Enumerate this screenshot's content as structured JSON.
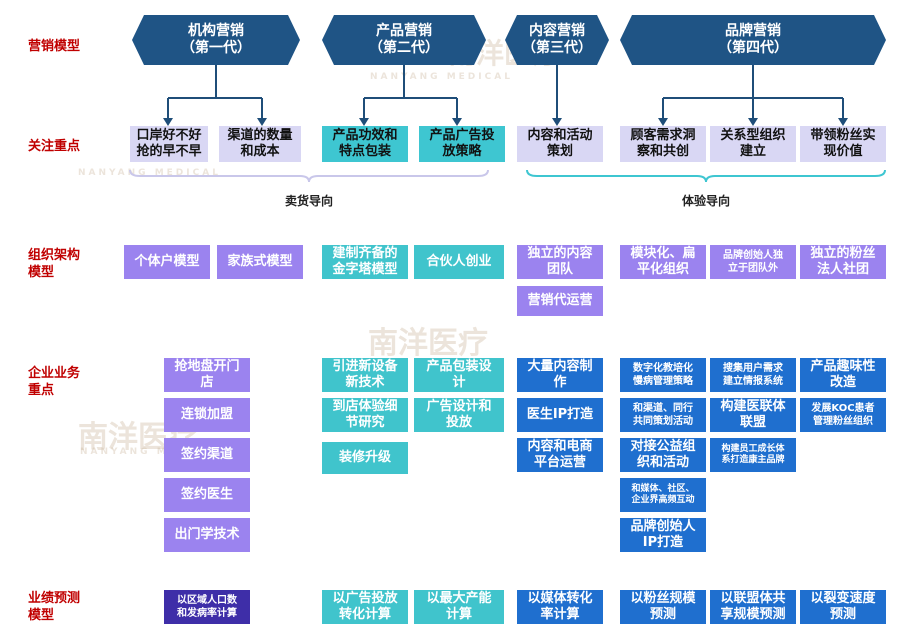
{
  "row_labels": {
    "model": "营销模型",
    "focus": "关注重点",
    "org": "组织架构\n模型",
    "business": "企业业务\n重点",
    "forecast": "业绩预测\n模型"
  },
  "generations": [
    {
      "name": "机构营销",
      "gen": "（第一代）"
    },
    {
      "name": "产品营销",
      "gen": "（第二代）"
    },
    {
      "name": "内容营销",
      "gen": "（第三代）"
    },
    {
      "name": "品牌营销",
      "gen": "（第四代）"
    }
  ],
  "focus": {
    "g1": [
      "口岸好不好\n抢的早不早",
      "渠道的数量\n和成本"
    ],
    "g2": [
      "产品功效和\n特点包装",
      "产品广告投\n放策略"
    ],
    "g3": [
      "内容和活动\n策划"
    ],
    "g4": [
      "顾客需求洞\n察和共创",
      "关系型组织\n建立",
      "带领粉丝实\n现价值"
    ]
  },
  "orientation": {
    "sales": "卖货导向",
    "experience": "体验导向"
  },
  "org": {
    "g1": [
      "个体户模型",
      "家族式模型"
    ],
    "g2": [
      "建制齐备的\n金字塔模型",
      "合伙人创业"
    ],
    "g3": [
      "独立的内容\n团队",
      "营销代运营"
    ],
    "g4": [
      "模块化、扁\n平化组织",
      "品牌创始人独\n立于团队外",
      "独立的粉丝\n法人社团"
    ]
  },
  "business": {
    "g1": [
      "抢地盘开门\n店",
      "连锁加盟",
      "签约渠道",
      "签约医生",
      "出门学技术"
    ],
    "g2_col1": [
      "引进新设备\n新技术",
      "到店体验细\n节研究",
      "装修升级"
    ],
    "g2_col2": [
      "产品包装设\n计",
      "广告设计和\n投放"
    ],
    "g3": [
      "大量内容制\n作",
      "医生IP打造",
      "内容和电商\n平台运营"
    ],
    "g4_col1": [
      "数字化教培化\n慢病管理策略",
      "和渠道、同行\n共同策划活动",
      "对接公益组\n织和活动",
      "和媒体、社区、\n企业界高频互动",
      "品牌创始人\nIP打造"
    ],
    "g4_col2": [
      "搜集用户需求\n建立情报系统",
      "构建医联体\n联盟",
      "构建员工成长体\n系打造康主品牌"
    ],
    "g4_col3": [
      "产品趣味性\n改造",
      "发展KOC患者\n管理粉丝组织"
    ]
  },
  "forecast": {
    "g1": "以区域人口数\n和发病率计算",
    "g2": [
      "以广告投放\n转化计算",
      "以最大产能\n计算"
    ],
    "g3": "以媒体转化\n率计算",
    "g4": [
      "以粉丝规模\n预测",
      "以联盟体共\n享规模预测",
      "以裂变速度\n预测"
    ]
  },
  "watermark": {
    "cn": "南洋医疗",
    "en": "NANYANG MEDICAL"
  },
  "colors": {
    "hex": "#1f5485",
    "arrow": "#1f4e79",
    "label": "#c00000",
    "teal": "#3ec6d1",
    "lavender": "#d9d7f4",
    "purple": "#9b83ef",
    "blue": "#1f6fcf",
    "dark_purple": "#3e2ea8"
  }
}
